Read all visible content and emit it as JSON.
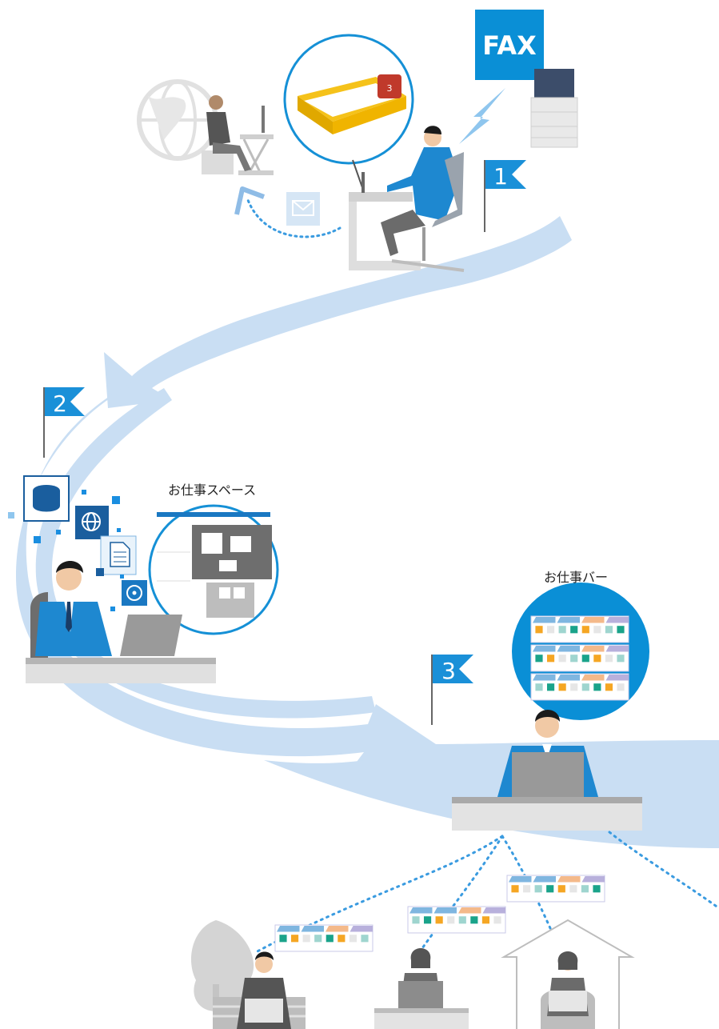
{
  "labels": {
    "workspace": "お仕事スペース",
    "workbar": "お仕事バー",
    "fax": "FAX",
    "tray_badge": "3"
  },
  "steps": [
    {
      "number": "1"
    },
    {
      "number": "2"
    },
    {
      "number": "3"
    }
  ],
  "colors": {
    "brand_blue": "#0a8fd6",
    "flow_light_blue": "#c9def3",
    "suit_blue": "#1e88d0",
    "desk_gray": "#d8d8d8",
    "tray_yellow": "#f0b400",
    "badge_red": "#c0392b"
  },
  "icons": [
    "globe-icon",
    "mail-icon",
    "database-icon",
    "web-cursor-icon",
    "document-icon",
    "disc-icon",
    "fax-machine-icon",
    "tree-icon",
    "house-icon"
  ]
}
